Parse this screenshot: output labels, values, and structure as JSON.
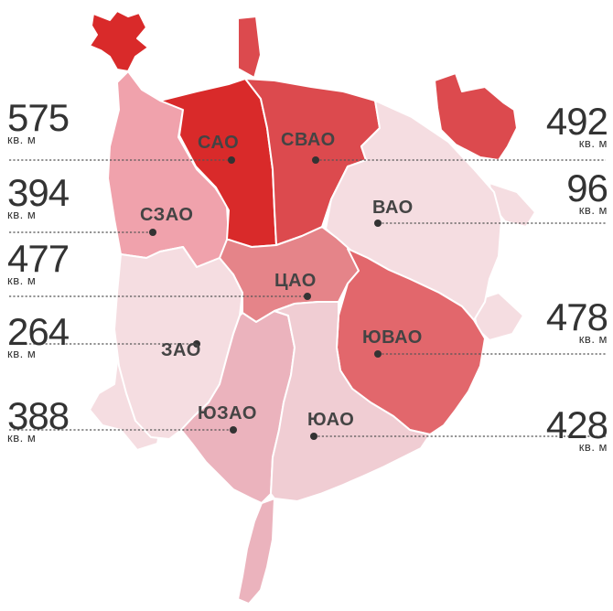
{
  "colors": {
    "sao": "#d92a2a",
    "zelao": "#d92a2a",
    "svao": "#dc4a4e",
    "vao_ne": "#dc4a4e",
    "szao": "#f0a2ac",
    "vao": "#f5dde1",
    "cao": "#e58489",
    "uvao": "#e2676c",
    "zao": "#f5dde1",
    "uzao": "#ebb3bd",
    "uao": "#f0cdd3",
    "zao_ext": "#f5dde1",
    "uzao_ext": "#ebb3bd"
  },
  "districts": {
    "sao": "САО",
    "svao": "СВАО",
    "szao": "СЗАО",
    "vao": "ВАО",
    "cao": "ЦАО",
    "uvao": "ЮВАО",
    "zao": "ЗАО",
    "uzao": "ЮЗАО",
    "uao": "ЮАО"
  },
  "stats": {
    "sao": {
      "value": "575",
      "unit": "кв. м"
    },
    "svao": {
      "value": "492",
      "unit": "кв. м"
    },
    "szao": {
      "value": "394",
      "unit": "кв. м"
    },
    "vao": {
      "value": "96",
      "unit": "кв. м"
    },
    "cao": {
      "value": "477",
      "unit": "кв. м"
    },
    "uvao": {
      "value": "478",
      "unit": "кв. м"
    },
    "zao": {
      "value": "264",
      "unit": "кв. м"
    },
    "uzao": {
      "value": "388",
      "unit": "кв. м"
    },
    "uao": {
      "value": "428",
      "unit": "кв. м"
    }
  }
}
